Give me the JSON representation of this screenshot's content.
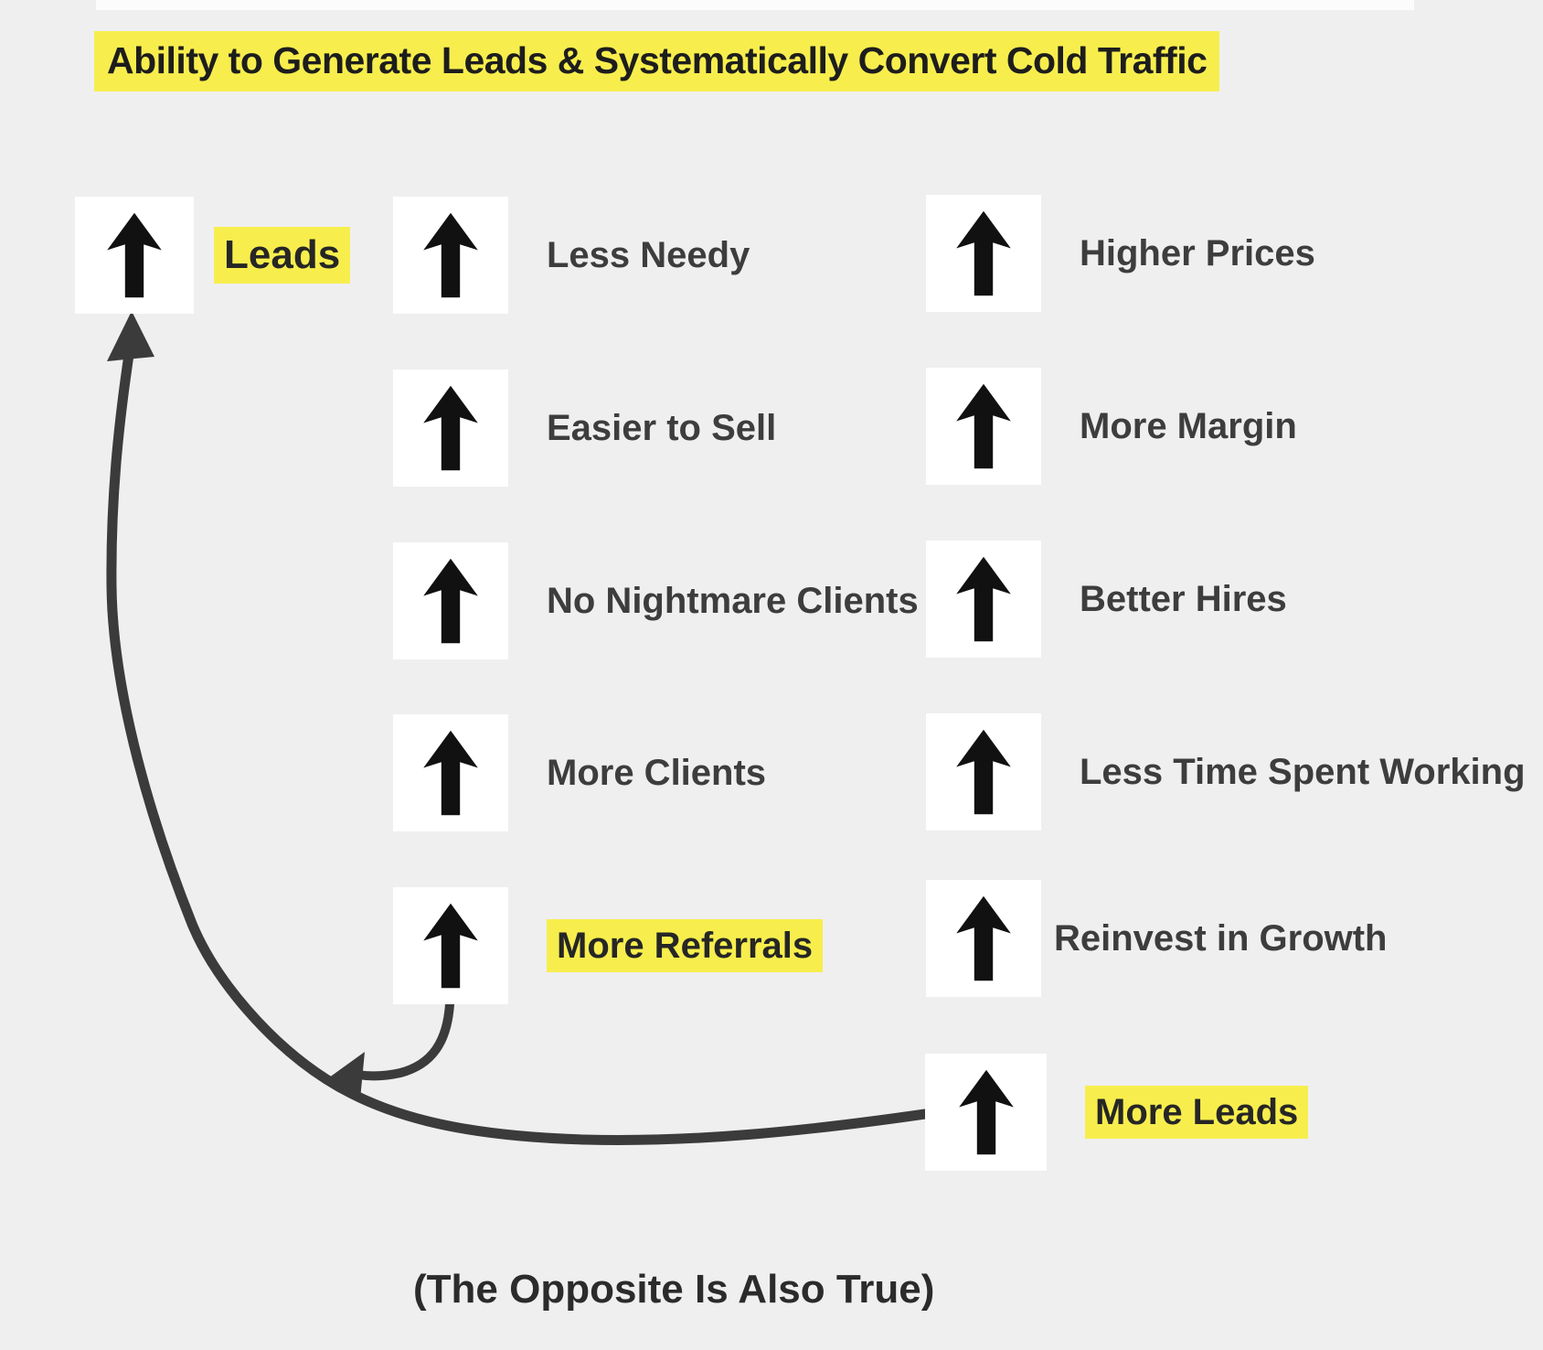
{
  "title": {
    "text": "Ability to Generate Leads & Systematically Convert Cold Traffic"
  },
  "footer": {
    "text": "(The Opposite Is Also True)"
  },
  "colors": {
    "background": "#efeff0",
    "node_box": "#ffffff",
    "arrow_glyph": "#111111",
    "highlight_yellow": "#f7ee4d",
    "label_text": "#3d3d3d",
    "title_text": "#1d1d1d",
    "loop_arrow": "#3b3b3b"
  },
  "icons": {
    "node_icon": "up-arrow",
    "loop_icon": "curved-feedback-arrow"
  },
  "nodes": {
    "leads": {
      "label": "Leads",
      "highlighted": true
    },
    "middle": [
      {
        "label": "Less Needy",
        "highlighted": false
      },
      {
        "label": "Easier to Sell",
        "highlighted": false
      },
      {
        "label": "No Nightmare Clients",
        "highlighted": false
      },
      {
        "label": "More Clients",
        "highlighted": false
      },
      {
        "label": "More Referrals",
        "highlighted": true
      }
    ],
    "right": [
      {
        "label": "Higher Prices",
        "highlighted": false
      },
      {
        "label": "More Margin",
        "highlighted": false
      },
      {
        "label": "Better Hires",
        "highlighted": false
      },
      {
        "label": "Less Time Spent Working",
        "highlighted": false
      },
      {
        "label": "Reinvest in Growth",
        "highlighted": false
      },
      {
        "label": "More Leads",
        "highlighted": true
      }
    ]
  }
}
